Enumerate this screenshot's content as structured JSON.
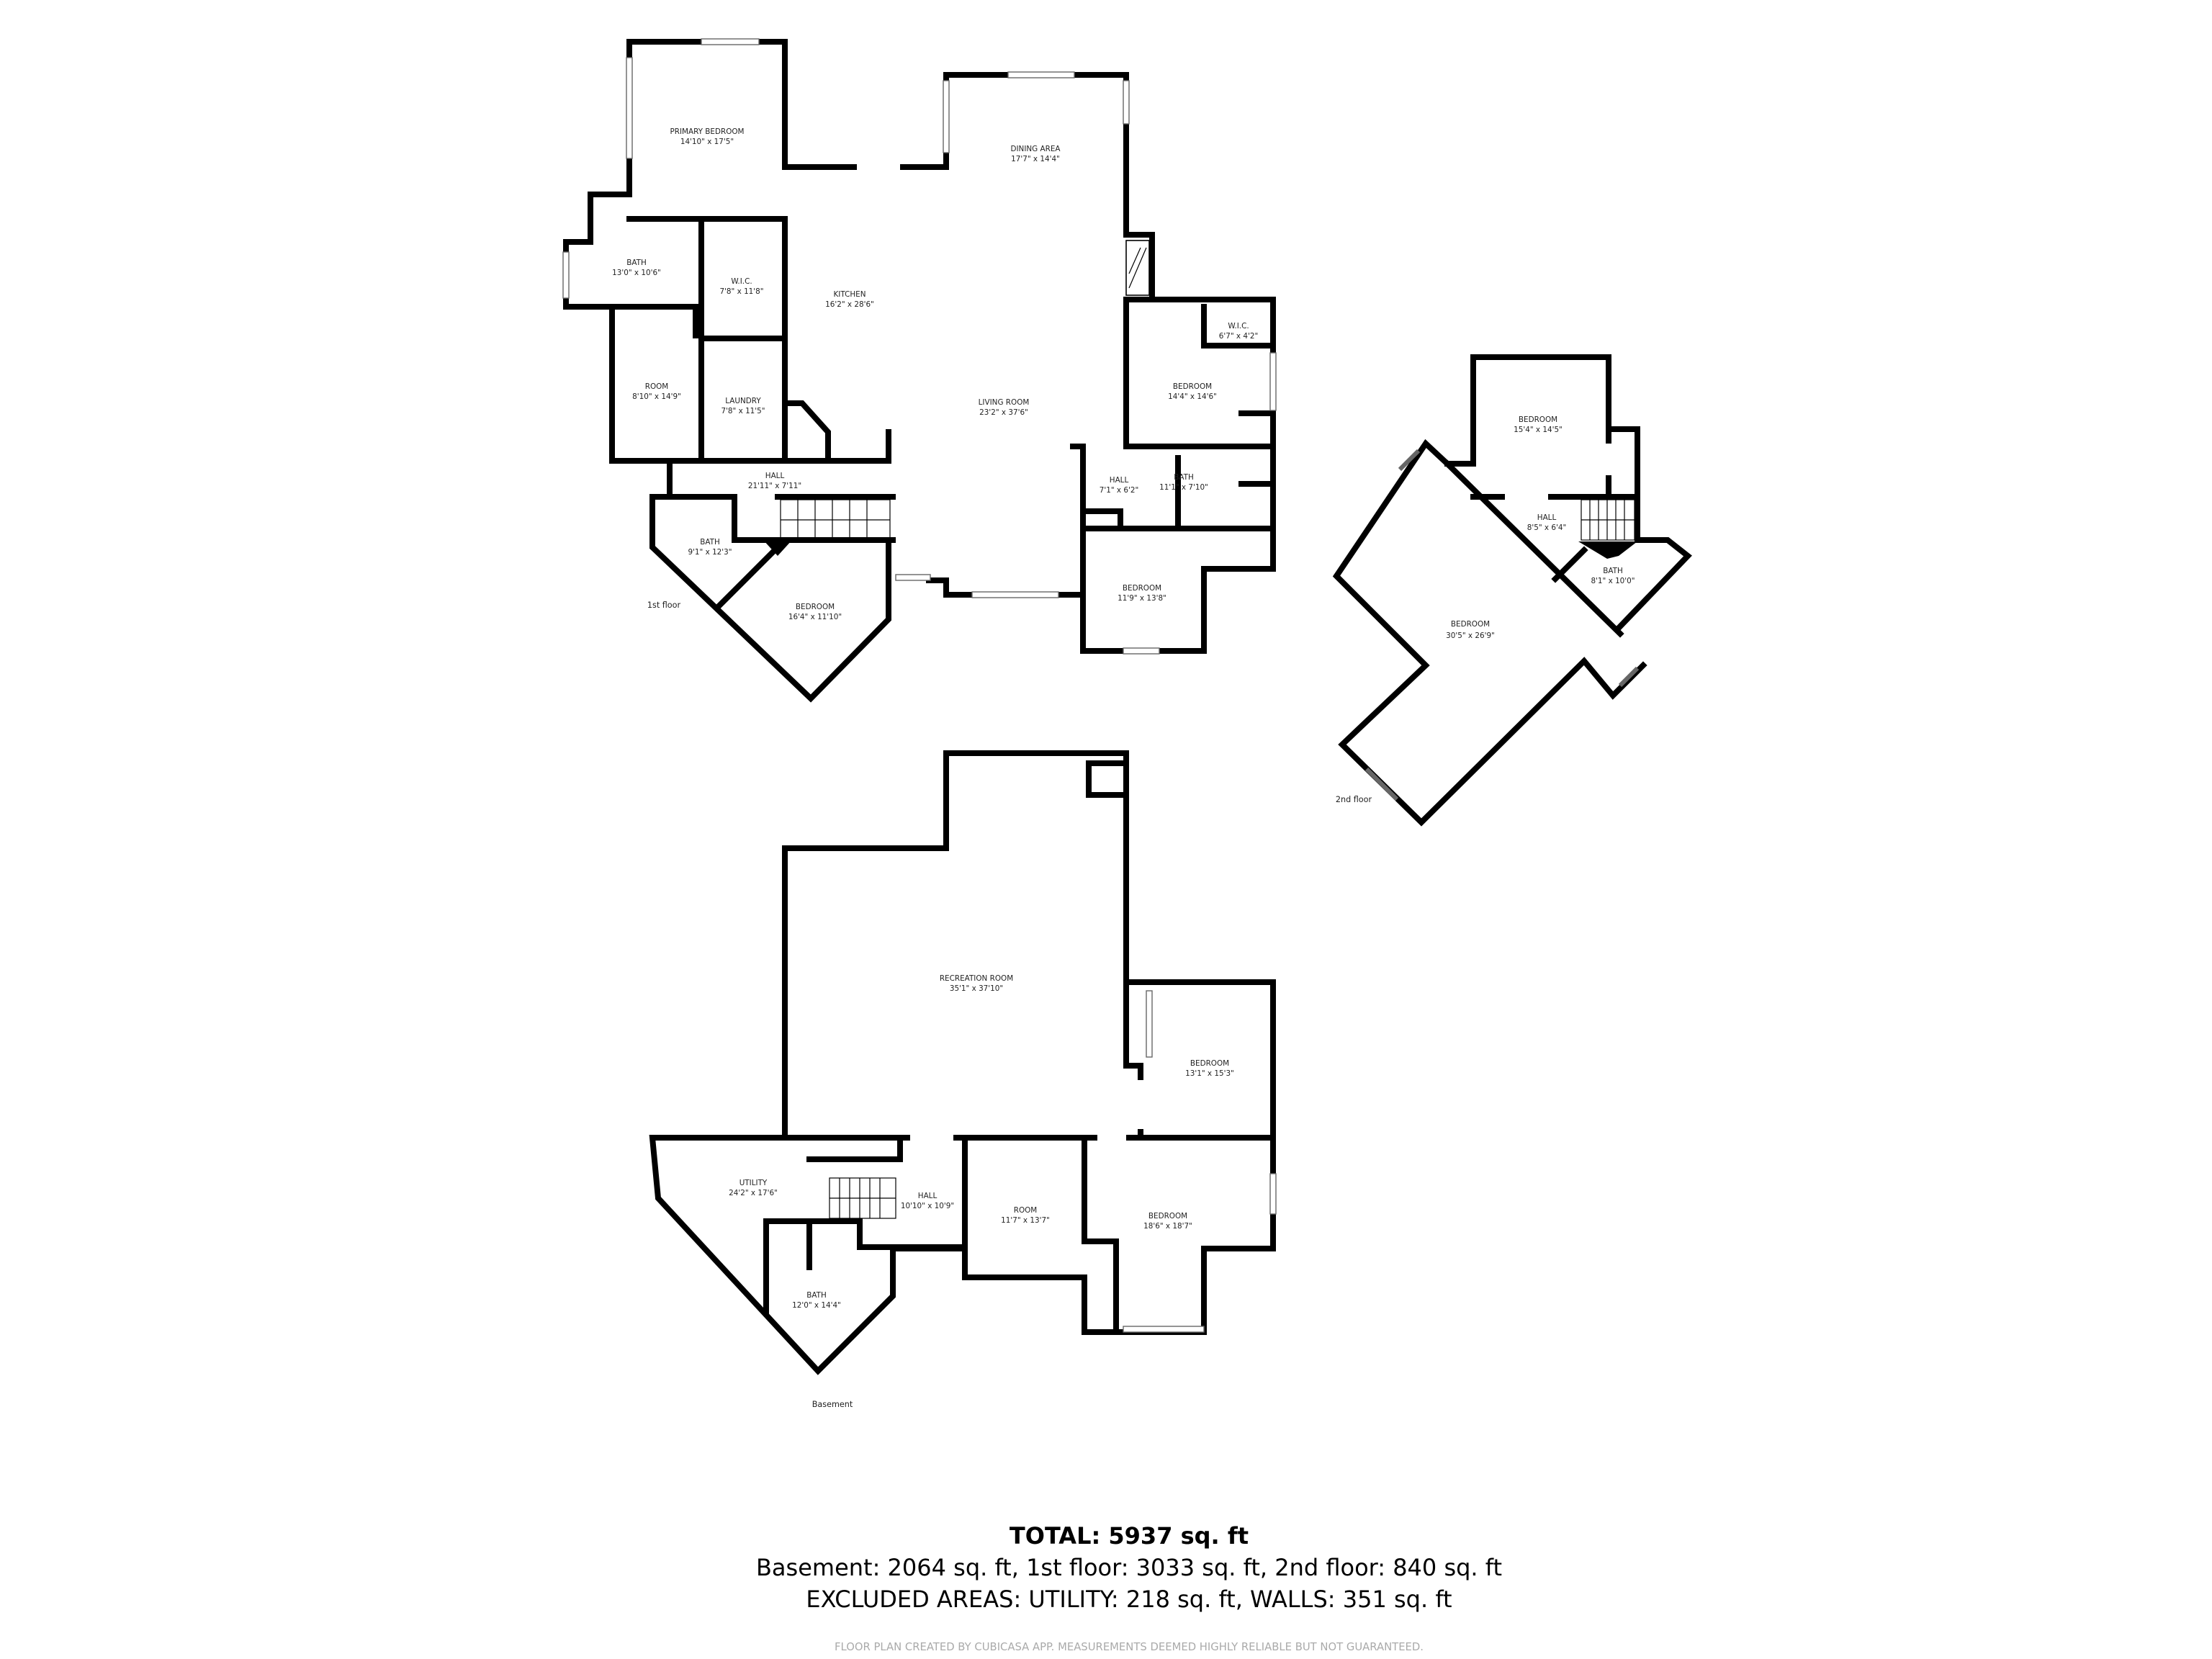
{
  "floors": {
    "first": {
      "label": "1st floor",
      "rooms": [
        {
          "name": "PRIMARY BEDROOM",
          "size": "14'10\" x 17'5\""
        },
        {
          "name": "DINING AREA",
          "size": "17'7\" x 14'4\""
        },
        {
          "name": "BATH",
          "size": "13'0\" x 10'6\""
        },
        {
          "name": "W.I.C.",
          "size": "7'8\" x 11'8\""
        },
        {
          "name": "KITCHEN",
          "size": "16'2\" x 28'6\""
        },
        {
          "name": "W.I.C.",
          "size": "6'7\" x 4'2\""
        },
        {
          "name": "BEDROOM",
          "size": "14'4\" x 14'6\""
        },
        {
          "name": "ROOM",
          "size": "8'10\" x 14'9\""
        },
        {
          "name": "LAUNDRY",
          "size": "7'8\" x 11'5\""
        },
        {
          "name": "LIVING ROOM",
          "size": "23'2\" x 37'6\""
        },
        {
          "name": "HALL",
          "size": "21'11\" x 7'11\""
        },
        {
          "name": "HALL",
          "size": "7'1\" x 6'2\""
        },
        {
          "name": "BATH",
          "size": "11'1\" x 7'10\""
        },
        {
          "name": "BATH",
          "size": "9'1\" x 12'3\""
        },
        {
          "name": "BEDROOM",
          "size": "16'4\" x 11'10\""
        },
        {
          "name": "BEDROOM",
          "size": "11'9\" x 13'8\""
        }
      ]
    },
    "second": {
      "label": "2nd floor",
      "rooms": [
        {
          "name": "BEDROOM",
          "size": "15'4\" x 14'5\""
        },
        {
          "name": "HALL",
          "size": "8'5\" x 6'4\""
        },
        {
          "name": "BATH",
          "size": "8'1\" x 10'0\""
        },
        {
          "name": "BEDROOM",
          "size": "30'5\" x 26'9\""
        }
      ]
    },
    "basement": {
      "label": "Basement",
      "rooms": [
        {
          "name": "RECREATION ROOM",
          "size": "35'1\" x 37'10\""
        },
        {
          "name": "BEDROOM",
          "size": "13'1\" x 15'3\""
        },
        {
          "name": "UTILITY",
          "size": "24'2\" x 17'6\""
        },
        {
          "name": "HALL",
          "size": "10'10\" x 10'9\""
        },
        {
          "name": "ROOM",
          "size": "11'7\" x 13'7\""
        },
        {
          "name": "BEDROOM",
          "size": "18'6\" x 18'7\""
        },
        {
          "name": "BATH",
          "size": "12'0\" x 14'4\""
        }
      ]
    }
  },
  "summary": {
    "total": "TOTAL: 5937 sq. ft",
    "breakdown": "Basement: 2064 sq. ft, 1st floor: 3033 sq. ft, 2nd floor: 840 sq. ft",
    "excluded": "EXCLUDED AREAS: UTILITY: 218 sq. ft, WALLS: 351 sq. ft",
    "disclaimer": "FLOOR PLAN CREATED BY CUBICASA APP. MEASUREMENTS DEEMED HIGHLY RELIABLE BUT NOT GUARANTEED."
  }
}
